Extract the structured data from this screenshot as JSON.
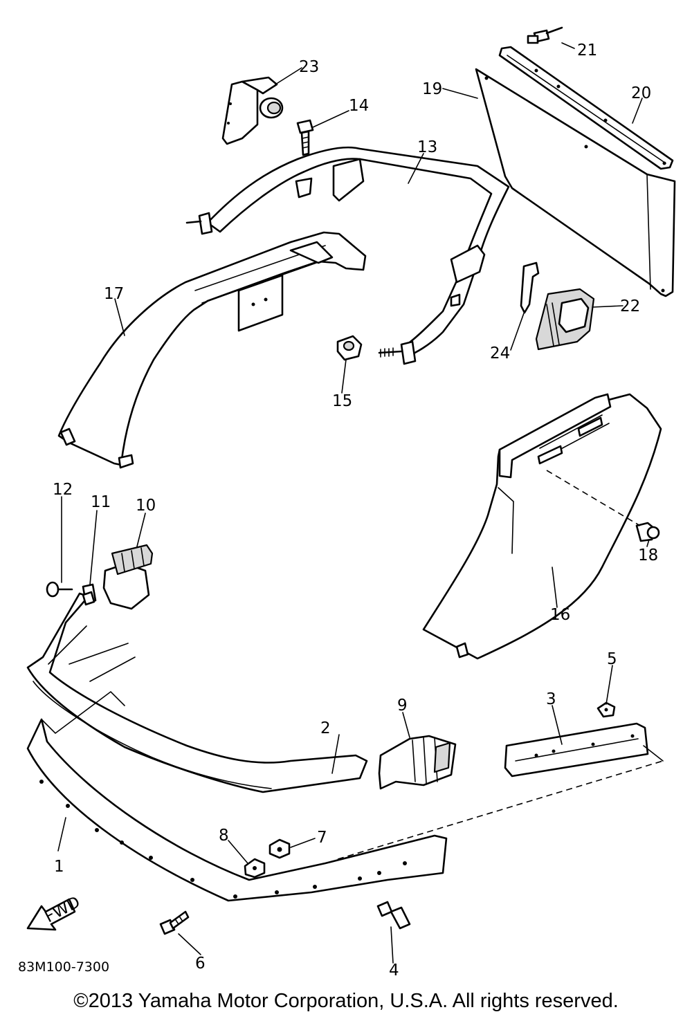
{
  "callouts": {
    "p1": "1",
    "p2": "2",
    "p3": "3",
    "p4": "4",
    "p5": "5",
    "p6": "6",
    "p7": "7",
    "p8": "8",
    "p9": "9",
    "p10": "10",
    "p11": "11",
    "p12": "12",
    "p13": "13",
    "p14": "14",
    "p15": "15",
    "p16": "16",
    "p17": "17",
    "p18": "18",
    "p19": "19",
    "p20": "20",
    "p21": "21",
    "p22": "22",
    "p23": "23",
    "p24": "24"
  },
  "fwd_label": "FWD",
  "drawing_code": "83M100-7300",
  "copyright": "©2013 Yamaha Motor Corporation, U.S.A. All rights reserved."
}
